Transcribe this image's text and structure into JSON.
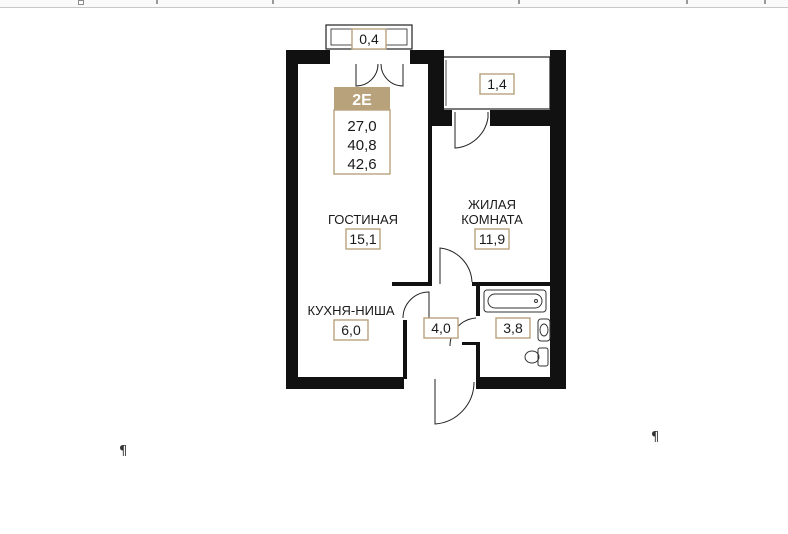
{
  "plan": {
    "apartment_type": "2E",
    "areas": {
      "living": "27,0",
      "total": "40,8",
      "total_with_balcony": "42,6"
    },
    "rooms": {
      "balcony_top": {
        "area": "0,4"
      },
      "balcony_right": {
        "area": "1,4"
      },
      "living_room": {
        "label": "ГОСТИНАЯ",
        "area": "15,1"
      },
      "bedroom": {
        "label_line1": "ЖИЛАЯ",
        "label_line2": "КОМНАТА",
        "area": "11,9"
      },
      "kitchen_niche": {
        "label": "КУХНЯ-НИША",
        "area": "6,0"
      },
      "hallway": {
        "area": "4,0"
      },
      "bathroom": {
        "area": "3,8"
      }
    },
    "colors": {
      "wall": "#111111",
      "accent_gold": "#b8a27c",
      "fixture_line": "#333333"
    }
  },
  "document": {
    "paragraph_mark_left": "¶",
    "paragraph_mark_right": "¶"
  }
}
